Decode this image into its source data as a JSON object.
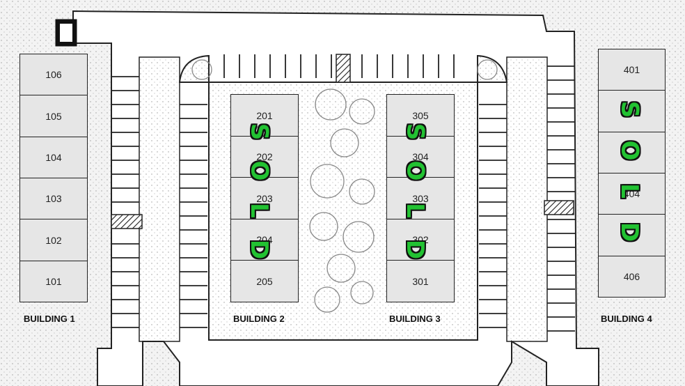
{
  "buildings": [
    {
      "label": "BUILDING 1",
      "units": [
        "106",
        "105",
        "104",
        "103",
        "102",
        "101"
      ]
    },
    {
      "label": "BUILDING 2",
      "units": [
        "201",
        "202",
        "203",
        "204",
        "205"
      ]
    },
    {
      "label": "BUILDING 3",
      "units": [
        "305",
        "304",
        "303",
        "302",
        "301"
      ]
    },
    {
      "label": "BUILDING 4",
      "units": [
        "401",
        "",
        "",
        "404",
        "",
        "406"
      ]
    }
  ],
  "sold_stamp": {
    "text": "SOLD",
    "letters": [
      "S",
      "O",
      "L",
      "D"
    ],
    "color": "#22c232"
  },
  "colors": {
    "line": "#222222",
    "unit_fill": "#e6e6e6",
    "background": "#f3f3f3"
  }
}
